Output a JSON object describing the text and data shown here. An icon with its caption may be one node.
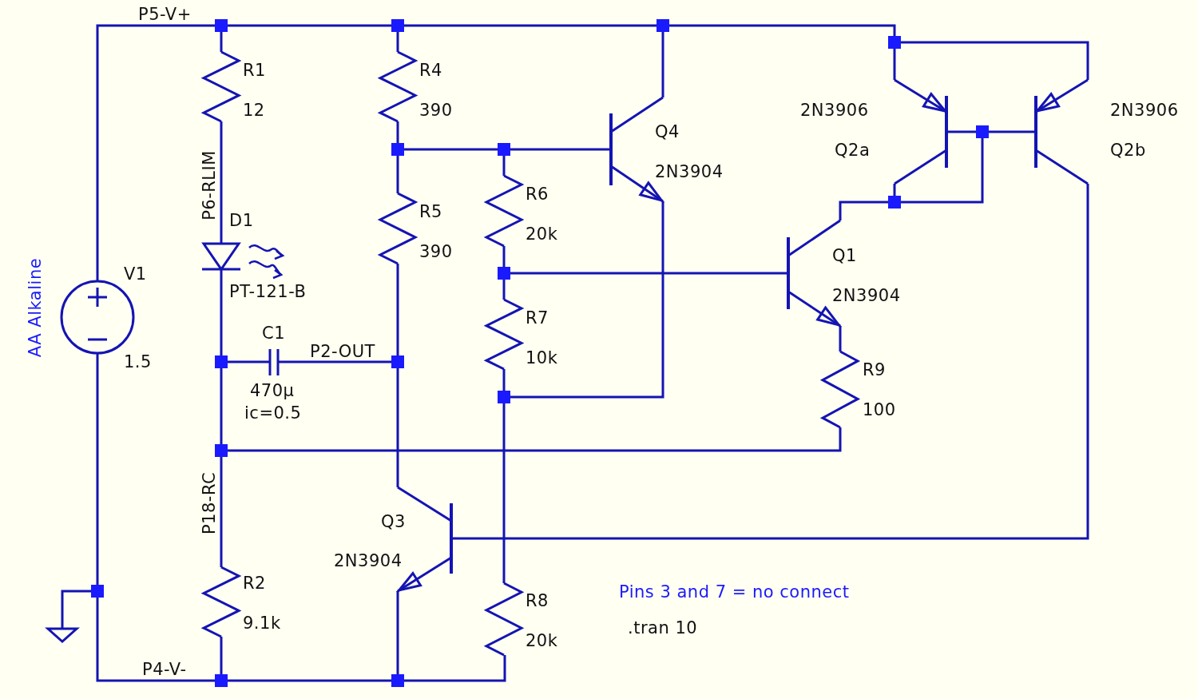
{
  "diagram": {
    "labels": [
      "P5-V+",
      "R1",
      "R4",
      "12",
      "390",
      "2N3906",
      "2N3906",
      "Q4",
      "Q2a",
      "Q2b",
      "2N3904",
      "R6",
      "R5",
      "P6-RLIM",
      "D1",
      "20k",
      "390",
      "Q1",
      "V1",
      "PT-121-B",
      "2N3904",
      "AA Alkaline",
      "R7",
      "C1",
      "P2-OUT",
      "1.5",
      "10k",
      "R9",
      "470µ",
      "ic=0.5",
      "100",
      "P18-RC",
      "Q3",
      "2N3904",
      "R2",
      "Pins 3 and 7 = no connect",
      "R8",
      "9.1k",
      ".tran 10",
      "20k",
      "P4-V-"
    ]
  }
}
